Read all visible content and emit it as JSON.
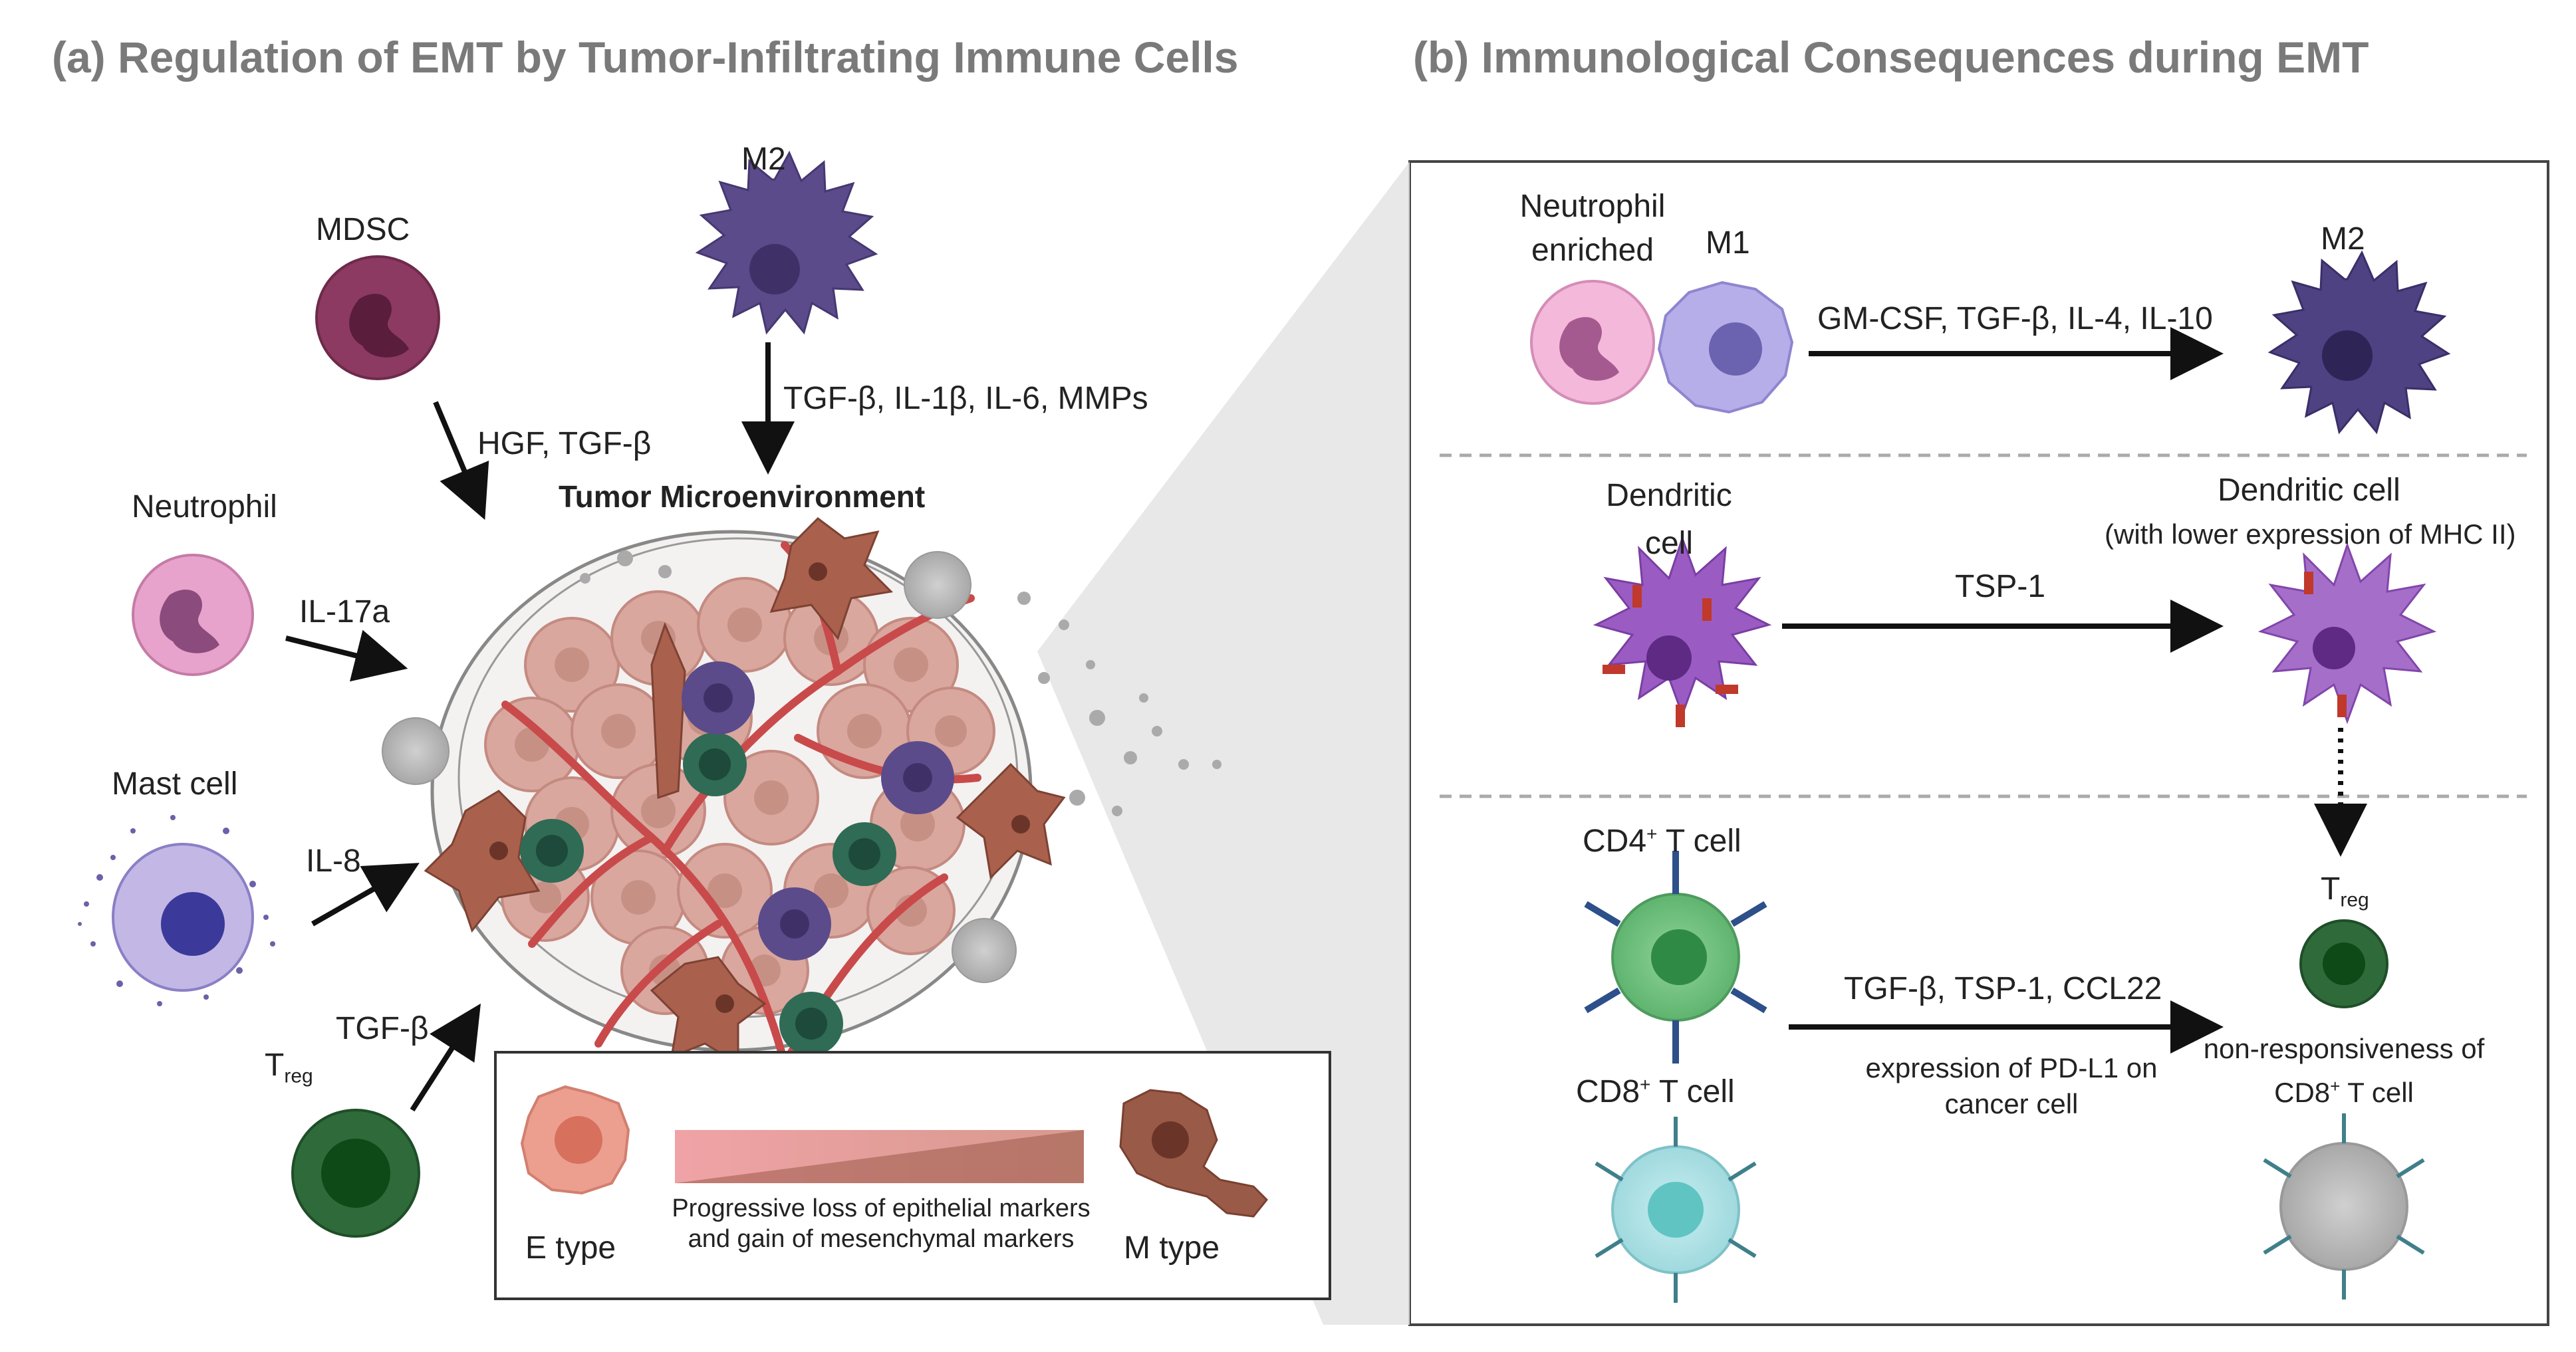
{
  "panel_a": {
    "title": "(a) Regulation of EMT by Tumor-Infiltrating Immune Cells",
    "center_label": "Tumor Microenvironment",
    "cells": {
      "m2": "M2",
      "mdsc": "MDSC",
      "neutrophil": "Neutrophil",
      "mast_cell": "Mast cell",
      "treg_main": "T",
      "treg_sub": "reg"
    },
    "signals": {
      "m2": "TGF-β, IL-1β, IL-6, MMPs",
      "mdsc": "HGF, TGF-β",
      "neutrophil": "IL-17a",
      "mast_cell": "IL-8",
      "treg": "TGF-β"
    },
    "inset": {
      "e_type": "E type",
      "m_type": "M type",
      "gradient_line1": "Progressive loss of epithelial markers",
      "gradient_line2": "and gain of mesenchymal markers"
    }
  },
  "panel_b": {
    "title": "(b) Immunological Consequences during EMT",
    "row1": {
      "neutrophil_line1": "Neutrophil",
      "neutrophil_line2": "enriched",
      "m1": "M1",
      "signal": "GM-CSF, TGF-β, IL-4, IL-10",
      "m2": "M2"
    },
    "row2": {
      "dc_line1": "Dendritic",
      "dc_line2": "cell",
      "signal": "TSP-1",
      "dc_right": "Dendritic cell",
      "dc_right_sub": "(with lower expression of MHC II)"
    },
    "row3": {
      "cd4_pre": "CD4",
      "cd4_sup": "+",
      "cd4_post": " T cell",
      "cd8_pre": "CD8",
      "cd8_sup": "+",
      "cd8_post": " T cell",
      "signal": "TGF-β, TSP-1, CCL22",
      "sub_line1": "expression of PD-L1 on",
      "sub_line2": "cancer cell",
      "treg_main": "T",
      "treg_sub": "reg",
      "nonresp_line1": "non-responsiveness of",
      "nonresp_pre": "CD8",
      "nonresp_sup": "+",
      "nonresp_post": " T cell"
    }
  },
  "colors": {
    "title": "#7a7a7a",
    "m2_macrophage": "#5b4b8a",
    "neutrophil": "#e7a3cb",
    "mdsc": "#8c3a62",
    "treg": "#2f6b3a",
    "cd4": "#6cc07b",
    "cd8": "#a9dfe3",
    "dendritic": "#9a5cc2",
    "tumor_cell": "#d9a49a",
    "mesenchymal": "#9a5a48",
    "vessel": "#c94a4a"
  }
}
